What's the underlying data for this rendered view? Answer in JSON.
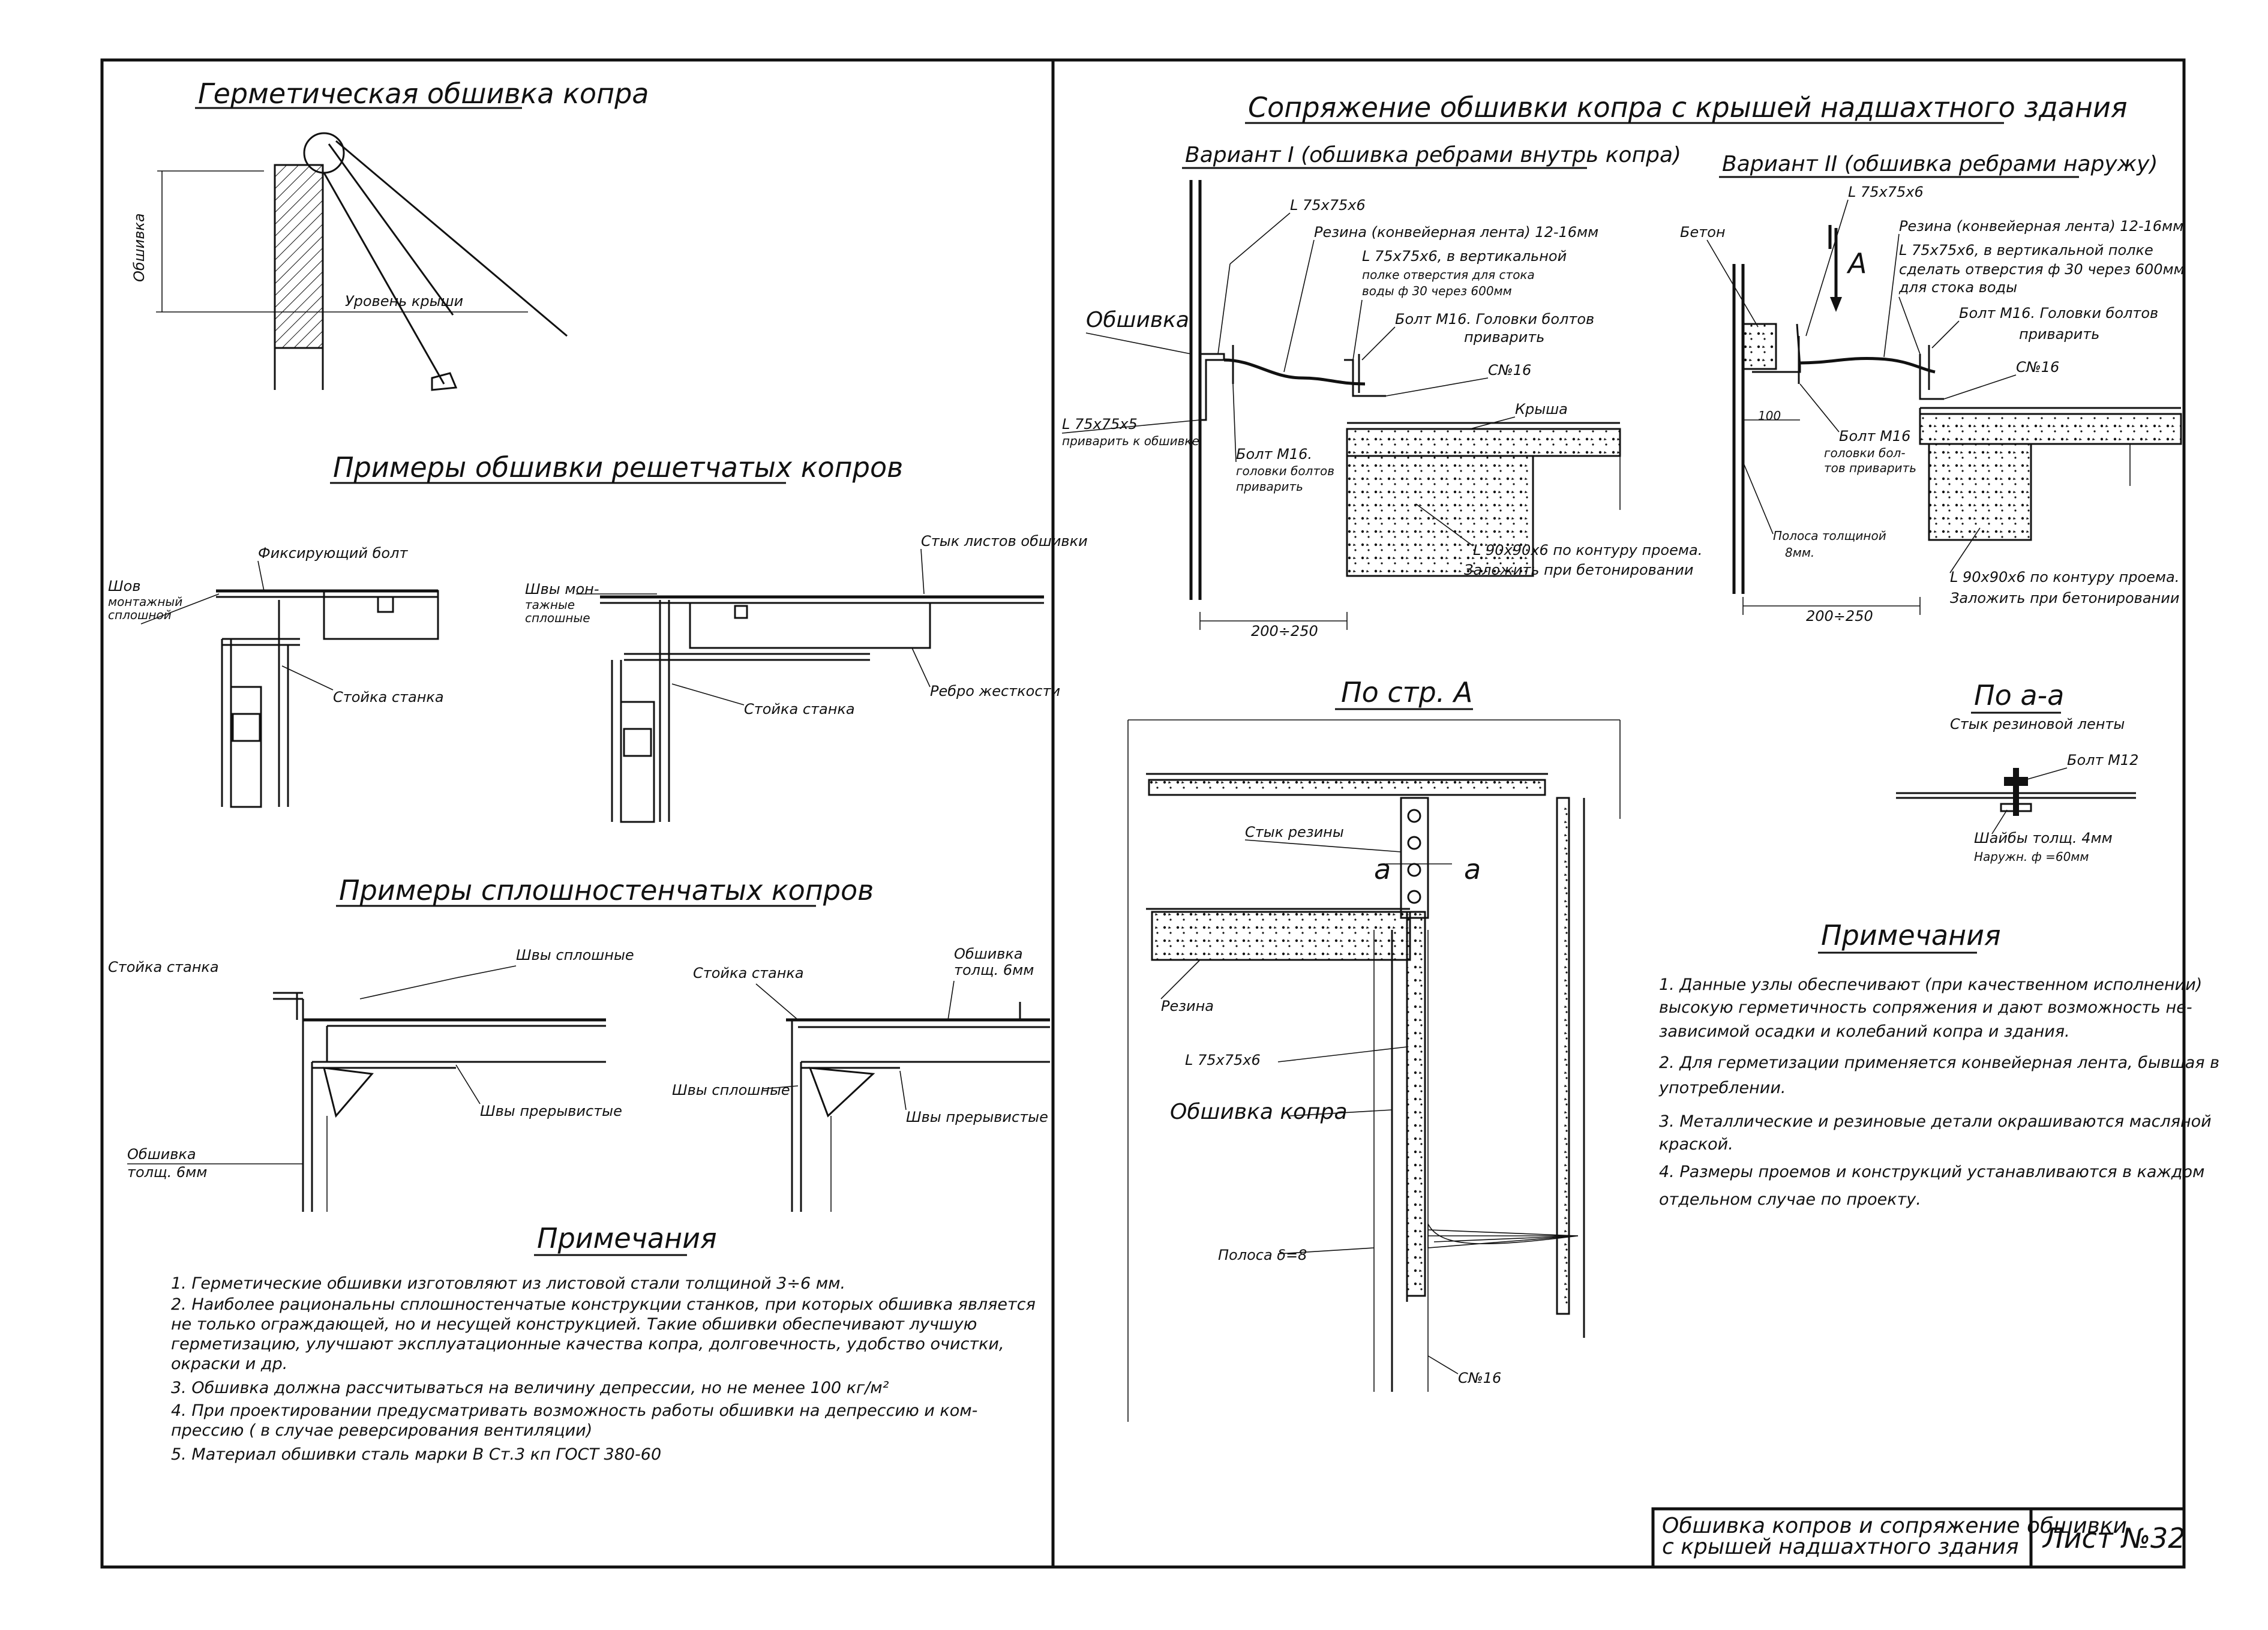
{
  "sheet": {
    "stamp_title_line1": "Обшивка копров и сопряжение обшивки",
    "stamp_title_line2": "с крышей надшахтного здания",
    "sheet_number": "Лист №32"
  },
  "left": {
    "hermetic": {
      "title": "Герметическая обшивка копра",
      "label_cladding": "Обшивка",
      "label_roof_level": "Уровень крыши"
    },
    "lattice": {
      "title": "Примеры обшивки решетчатых копров",
      "label_seam": "Шов",
      "label_seam2": "монтажный",
      "label_seam3": "сплошной",
      "label_fix_bolt": "Фиксирующий болт",
      "label_rack1": "Стойка станка",
      "label_seams_mount": "Швы мон-",
      "label_seams_mount2": "тажные",
      "label_seams_mount3": "сплошные",
      "label_rack2": "Стойка станка",
      "label_sheet_joint": "Стык листов обшивки",
      "label_rib": "Ребро жесткости"
    },
    "solid": {
      "title": "Примеры сплошностенчатых копров",
      "label_rack1": "Стойка станка",
      "label_seams_solid1": "Швы сплошные",
      "label_seams_inter1": "Швы прерывистые",
      "label_cladding": "Обшивка",
      "label_thick": "толщ. 6мм",
      "label_rack2": "Стойка станка",
      "label_cladding2": "Обшивка",
      "label_thick2": "толщ. 6мм",
      "label_seams_solid2": "Швы сплошные",
      "label_seams_inter2": "Швы прерывистые"
    },
    "notes": {
      "title": "Примечания",
      "lines": [
        "1.  Герметические обшивки изготовляют  из листовой стали толщиной  3÷6 мм.",
        "2.  Наиболее рациональны сплошностенчатые конструкции станков, при которых обшивка является",
        "     не только ограждающей, но и несущей конструкцией. Такие обшивки обеспечивают лучшую",
        "     герметизацию, улучшают эксплуатационные качества копра, долговечность, удобство очистки,",
        "     окраски и др.",
        "3.  Обшивка  должна  рассчитываться  на величину  депрессии,  но не менее  100 кг/м²",
        "4.  При  проектировании  предусматривать  возможность  работы  обшивки  на депрессию и  ком-",
        "     прессию ( в случае  реверсирования  вентиляции)",
        "5.  Материал обшивки  сталь    марки   В Ст.3 кп   ГОСТ  380-60"
      ]
    }
  },
  "right": {
    "title": "Сопряжение обшивки копра с крышей  надшахтного  здания",
    "v1": {
      "title": "Вариант I (обшивка ребрами внутрь копра)",
      "l1": "L 75х75х6",
      "l2": "Резина (конвейерная лента) 12-16мм",
      "l3": "L 75х75х6,  в вертикальной",
      "l4": "полке отверстия для стока",
      "l5": "воды ф 30  через  600мм",
      "l6": "Болт  М16. Головки болтов",
      "l7": "приварить",
      "l8": "Обшивка",
      "l9": "С№16",
      "l10": "Крыша",
      "l11": "L 75х75х5",
      "l12": "приварить к обшивке",
      "l13": "Болт  М16.",
      "l14": "головки болтов",
      "l15": "приварить",
      "l16": "L 90х90х6 по контуру проема.",
      "l17": "Заложить при бетонировании",
      "dim": "200÷250"
    },
    "v2": {
      "title": "Вариант II (обшивка ребрами наружу)",
      "l1": "L 75х75х6",
      "l2": "Бетон",
      "l3": "Резина (конвейерная лента) 12-16мм",
      "l4": "L 75х75х6,  в вертикальной полке",
      "l5": "сделать отверстия  ф 30 через 600мм",
      "l6": "для стока воды",
      "l7": "Болт  М16. Головки болтов",
      "l8": "приварить",
      "l9": "С№16",
      "l10": "Болт  М16",
      "l11": "головки бол-",
      "l12": "тов приварить",
      "l13": "Полоса толщиной",
      "l14": "8мм.",
      "l15": "L 90х90х6 по контуру проема.",
      "l16": "Заложить при бетонировании",
      "arrow": "А",
      "dim": "200÷250",
      "dim100": "100"
    },
    "viewA": {
      "title": "По стр. А",
      "l1": "Стык резины",
      "l2": "а",
      "l3": "а",
      "l4": "Резина",
      "l5": "L 75х75х6",
      "l6": "Обшивка копра",
      "l7": "Полоса δ=8",
      "l8": "С№16"
    },
    "viewAA": {
      "title": "По а-а",
      "subtitle": "Стык резиновой ленты",
      "l1": "Болт М12",
      "l2": "Шайбы толщ. 4мм",
      "l3": "Наружн. ф =60мм"
    },
    "notes": {
      "title": "Примечания",
      "lines": [
        "1.  Данные узлы обеспечивают  (при качественном исполнении)",
        "     высокую герметичность сопряжения и дают возможность не-",
        "     зависимой осадки и колебаний копра и здания.",
        "2.  Для  герметизации  применяется конвейерная лента, бывшая в",
        "     употреблении.",
        "3.  Металлические и резиновые детали окрашиваются масляной",
        "     краской.",
        "4.  Размеры проемов  и конструкций  устанавливаются в каждом",
        "     отдельном случае по проекту."
      ]
    }
  }
}
